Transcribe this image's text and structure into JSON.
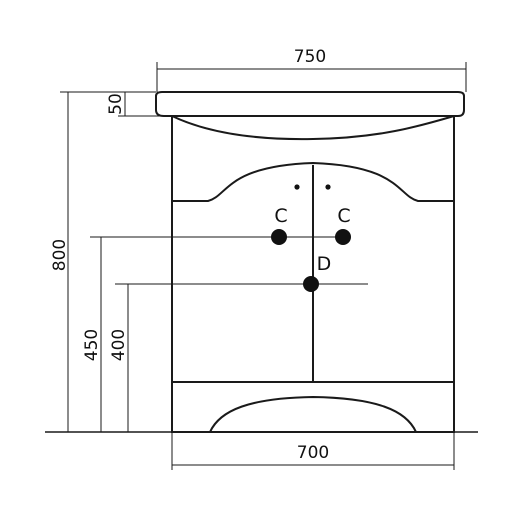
{
  "dimensions": {
    "top_width": "750",
    "countertop_height": "50",
    "total_height": "800",
    "bottom_width": "700",
    "height_c": "450",
    "height_d": "400"
  },
  "points": {
    "left_c": "C",
    "right_c": "C",
    "d": "D"
  },
  "colors": {
    "line": "#1a1a1a",
    "marker": "#111111",
    "background": "#ffffff"
  }
}
